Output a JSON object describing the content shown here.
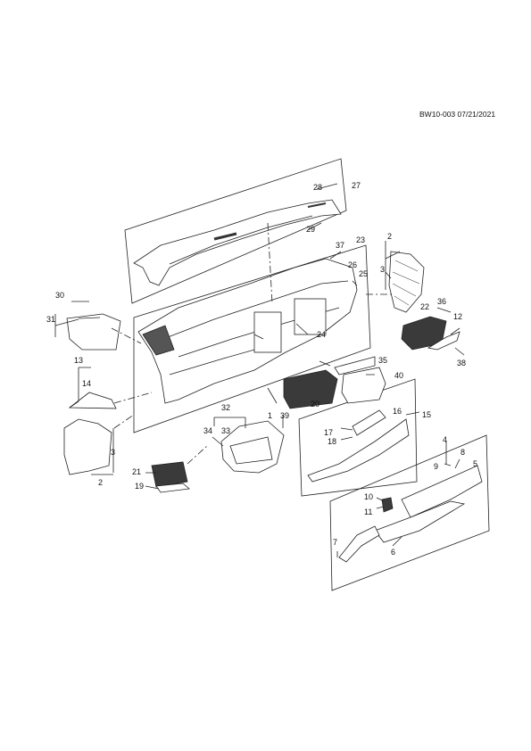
{
  "diagram": {
    "code": "BW10-003 07/21/2021",
    "colors": {
      "line": "#222222",
      "part_fill": "#ffffff",
      "dark_fill": "#3a3a3a"
    },
    "callouts": {
      "c1": "1",
      "c2a": "2",
      "c2b": "2",
      "c3a": "3",
      "c3b": "3",
      "c4": "4",
      "c5": "5",
      "c6": "6",
      "c7": "7",
      "c8": "8",
      "c9": "9",
      "c10": "10",
      "c11": "11",
      "c12": "12",
      "c13": "13",
      "c14": "14",
      "c15": "15",
      "c16": "16",
      "c17": "17",
      "c18": "18",
      "c19": "19",
      "c20": "20",
      "c21": "21",
      "c22": "22",
      "c23": "23",
      "c24": "24",
      "c25": "25",
      "c26": "26",
      "c27": "27",
      "c28": "28",
      "c29": "29",
      "c30": "30",
      "c31": "31",
      "c32": "32",
      "c33": "33",
      "c34": "34",
      "c35": "35",
      "c36": "36",
      "c37": "37",
      "c38": "38",
      "c39": "39",
      "c40": "40"
    }
  }
}
